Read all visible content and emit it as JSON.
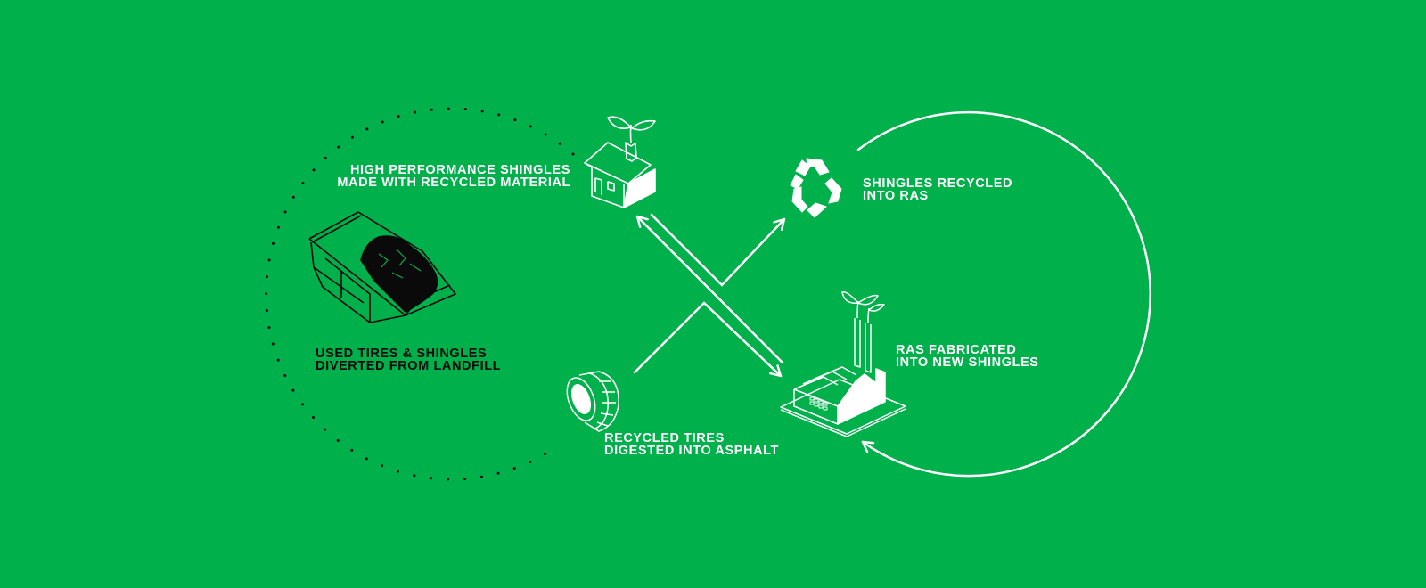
{
  "background_color": "#00b04b",
  "accent_colors": {
    "foreground": "#ffffff",
    "dark": "#0a0a0a"
  },
  "nodes": {
    "landfill": {
      "icon": "dumpster-icon",
      "label_line1": "USED TIRES & SHINGLES",
      "label_line2": "DIVERTED FROM LANDFILL"
    },
    "house": {
      "icon": "house-with-sprout-icon",
      "label_line1": "HIGH PERFORMANCE SHINGLES",
      "label_line2": "MADE WITH RECYCLED MATERIAL"
    },
    "recycle": {
      "icon": "recycle-icon",
      "label_line1": "SHINGLES RECYCLED",
      "label_line2": "INTO RAS"
    },
    "factory": {
      "icon": "factory-with-sprouts-icon",
      "label_line1": "RAS FABRICATED",
      "label_line2": "INTO NEW SHINGLES"
    },
    "tire": {
      "icon": "tire-icon",
      "label_line1": "RECYCLED TIRES",
      "label_line2": "DIGESTED INTO ASPHALT"
    }
  },
  "connectors": [
    {
      "from": "factory",
      "to": "house",
      "style": "solid-arrow"
    },
    {
      "from": "house",
      "to": "recycle",
      "style": "solid-arrow-v"
    },
    {
      "from": "tire",
      "to": "factory",
      "style": "solid-arrow-caret"
    },
    {
      "from": "recycle",
      "to": "factory",
      "style": "circular-arc-arrow"
    },
    {
      "from": "landfill",
      "to": "house-and-tire",
      "style": "dotted-arc"
    }
  ]
}
